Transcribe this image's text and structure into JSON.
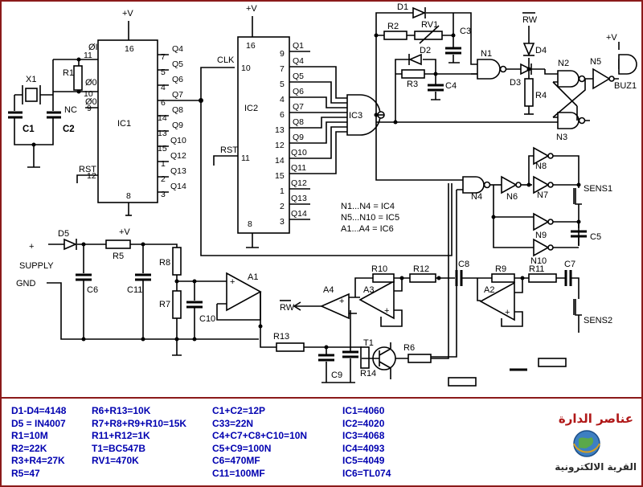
{
  "diagram": {
    "supply_label": "SUPPLY",
    "gnd_label": "GND",
    "plus": "+",
    "vcc": "+V",
    "rw": "RW",
    "clk": "CLK",
    "rst": "RST",
    "nc": "NC",
    "buzzer": "BUZ1",
    "sens1": "SENS1",
    "sens2": "SENS2",
    "ic1": {
      "name": "IC1",
      "osc_i": "ØI",
      "osc_o": "Ø0",
      "osc_o_bar": "Ø0",
      "outputs": [
        "Q4",
        "Q5",
        "Q6",
        "Q7",
        "Q8",
        "Q9",
        "Q10",
        "Q12",
        "Q13",
        "Q14"
      ],
      "out_pins": [
        "7",
        "5",
        "4",
        "6",
        "14",
        "13",
        "15",
        "1",
        "2",
        "3"
      ],
      "pin_vdd": "16",
      "pin_gnd": "8",
      "pin_rst": "12",
      "pin_11": "11",
      "pin_10": "10",
      "pin_9": "9"
    },
    "ic2": {
      "name": "IC2",
      "outputs": [
        "Q1",
        "Q4",
        "Q5",
        "Q6",
        "Q7",
        "Q8",
        "Q9",
        "Q10",
        "Q11",
        "Q12",
        "Q13",
        "Q14"
      ],
      "out_pins": [
        "9",
        "7",
        "5",
        "4",
        "6",
        "13",
        "12",
        "14",
        "15",
        "1",
        "2",
        "3"
      ],
      "pin_vdd": "16",
      "pin_gnd": "8",
      "pin_clk": "10",
      "pin_rst": "11"
    },
    "components": {
      "x1": "X1",
      "c1": "C1",
      "c2": "C2",
      "r1": "R1",
      "d1": "D1",
      "d2": "D2",
      "d3": "D3",
      "d4": "D4",
      "d5": "D5",
      "r2": "R2",
      "r3": "R3",
      "r4": "R4",
      "rv1": "RV1",
      "c3": "C3",
      "c4": "C4",
      "ic3": "IC3",
      "n1": "N1",
      "n2": "N2",
      "n3": "N3",
      "n4": "N4",
      "n5": "N5",
      "n6": "N6",
      "n7": "N7",
      "n8": "N8",
      "n9": "N9",
      "n10": "N10",
      "c5": "C5",
      "r5": "R5",
      "c6": "C6",
      "c11": "C11",
      "r7": "R7",
      "r8": "R8",
      "c10": "C10",
      "a1": "A1",
      "a2": "A2",
      "a3": "A3",
      "a4": "A4",
      "r9": "R9",
      "r10": "R10",
      "r11": "R11",
      "r12": "R12",
      "r13": "R13",
      "r14": "R14",
      "c7": "C7",
      "c8": "C8",
      "c9": "C9",
      "t1": "T1",
      "r6": "R6"
    },
    "ic_map": [
      "N1...N4  =  IC4",
      "N5...N10  =  IC5",
      "A1...A4  =  IC6"
    ]
  },
  "parts_list": {
    "col1": [
      "D1-D4=4148",
      "D5 = IN4007",
      "R1=10M",
      "R2=22K",
      "R3+R4=27K",
      "R5=47"
    ],
    "col2": [
      "R6+R13=10K",
      "R7+R8+R9+R10=15K",
      "R11+R12=1K",
      "T1=BC547B",
      "RV1=470K"
    ],
    "col3": [
      "C1+C2=12P",
      "C33=22N",
      "C4+C7+C8+C10=10N",
      "C5+C9=100N",
      "C6=470MF",
      "C11=100MF"
    ],
    "col4": [
      "IC1=4060",
      "IC2=4020",
      "IC3=4068",
      "IC4=4093",
      "IC5=4049",
      "IC6=TL074"
    ]
  },
  "logo": {
    "title": "عناصر الدارة",
    "subtitle": "القرية الالكترونية"
  }
}
